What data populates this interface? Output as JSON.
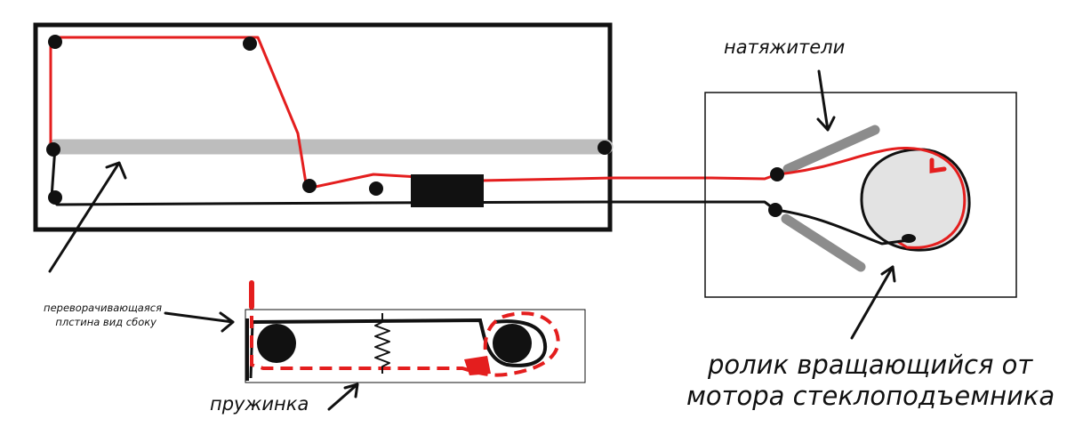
{
  "labels": {
    "tensioners": "натяжители",
    "plate_line1": "переворачивающаяся",
    "plate_line2": "плстина вид сбоку",
    "spring": "пружинка",
    "roller_line1": "ролик вращающийся от",
    "roller_line2": "мотора стеклоподъемника"
  },
  "colors": {
    "ink": "#111111",
    "cable_red": "#e41e1e",
    "guide_gray": "#bdbdbd",
    "tensioner_gray": "#8c8c8c",
    "roller_fill": "#e3e3e3",
    "background": "#ffffff"
  }
}
